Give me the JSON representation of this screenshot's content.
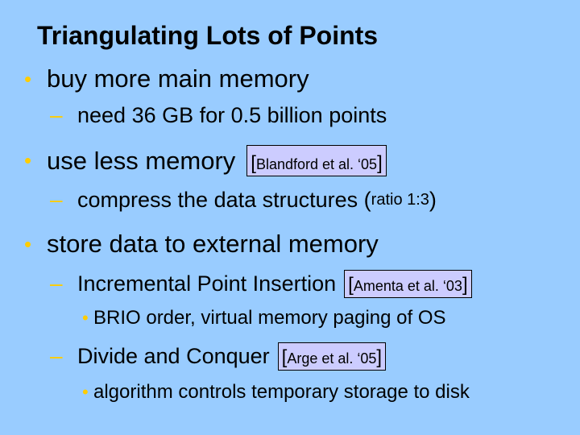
{
  "slide": {
    "title": "Triangulating Lots of Points",
    "bullets": [
      {
        "text": "buy more main memory"
      },
      {
        "text": "need 36 GB for 0.5 billion points"
      },
      {
        "text": "use less memory",
        "cite": "Blandford et al. ‘05"
      },
      {
        "text": "compress the data structures (",
        "small": "ratio 1:3",
        "end": ")"
      },
      {
        "text": "store data to external memory"
      },
      {
        "text": "Incremental Point Insertion",
        "cite": "Amenta et al. ‘03"
      },
      {
        "text": "BRIO order, virtual memory paging of OS"
      },
      {
        "text": "Divide and Conquer",
        "cite": "Arge et al. ‘05"
      },
      {
        "text": "algorithm controls temporary storage to disk"
      }
    ],
    "glyphs": {
      "bullet": "•",
      "dash": "–",
      "open": "[",
      "close": "]"
    }
  },
  "colors": {
    "background": "#99ccff",
    "bullet": "#ffcc00",
    "citation_box": "#ccccff"
  }
}
